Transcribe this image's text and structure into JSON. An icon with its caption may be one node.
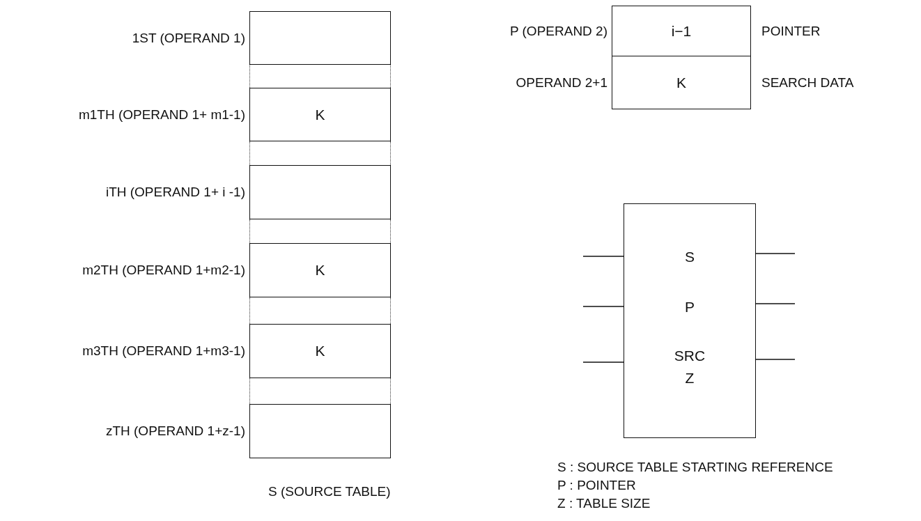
{
  "diagram": {
    "nodes": [
      {
        "text": [],
        "shape": "box",
        "beside": [
          "1ST (OPERAND 1)"
        ]
      },
      {
        "text": [
          "K"
        ],
        "beside": [
          "m1TH (OPERAND 1+ m1-1)"
        ]
      },
      {
        "text": [],
        "shape": "box",
        "beside": [
          "iTH (OPERAND 1+ i -1)"
        ]
      },
      {
        "text": [
          "K"
        ],
        "beside": [
          "m2TH (OPERAND 1+m2-1)"
        ]
      },
      {
        "text": [
          "K"
        ],
        "beside": [
          "m3TH (OPERAND 1+m3-1)"
        ]
      },
      {
        "text": [],
        "shape": "box",
        "beside": [
          "zTH (OPERAND 1+z-1)"
        ]
      },
      {
        "text": [
          "i−1"
        ],
        "beside": [
          "P (OPERAND 2)",
          "POINTER"
        ]
      },
      {
        "text": [
          "K"
        ],
        "beside": [
          "OPERAND 2+1",
          "SEARCH DATA"
        ]
      },
      {
        "text": [
          "S",
          "P",
          "SRC",
          "Z"
        ]
      }
    ],
    "edges": [
      {
        "from": null,
        "to": 8,
        "arrow": "none"
      },
      {
        "from": null,
        "to": 8,
        "arrow": "none"
      },
      {
        "from": null,
        "to": 8,
        "arrow": "none"
      },
      {
        "from": 8,
        "to": null,
        "arrow": "none"
      },
      {
        "from": 8,
        "to": null,
        "arrow": "none"
      },
      {
        "from": 8,
        "to": null,
        "arrow": "none"
      }
    ],
    "labels": [
      "S (SOURCE TABLE)",
      "S : SOURCE TABLE STARTING REFERENCE",
      "P : POINTER",
      "Z : TABLE SIZE"
    ]
  }
}
